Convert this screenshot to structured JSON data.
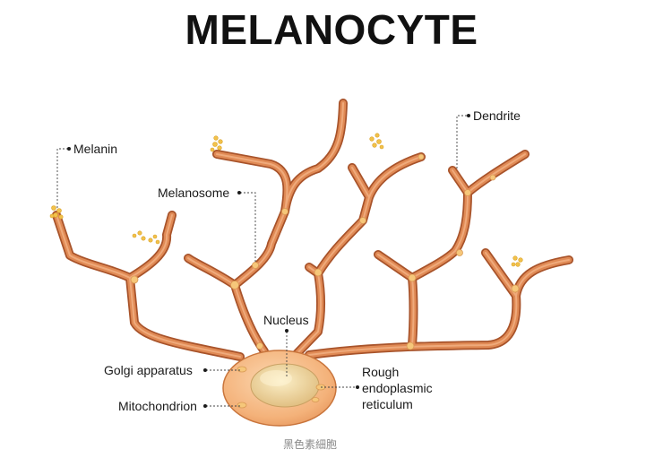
{
  "title": "MELANOCYTE",
  "labels": {
    "melanin": "Melanin",
    "dendrite": "Dendrite",
    "melanosome": "Melanosome",
    "nucleus": "Nucleus",
    "golgi": "Golgi apparatus",
    "mitochondrion": "Mitochondrion",
    "rough_er_1": "Rough",
    "rough_er_2": "endoplasmic",
    "rough_er_3": "reticulum"
  },
  "caption": "黑色素細胞",
  "colors": {
    "dendrite_outline": "#a8532a",
    "dendrite_fill": "#e08a55",
    "cell_body": "#f4b27a",
    "nucleus": "#e9c98a",
    "melanin": "#f2c24a"
  }
}
